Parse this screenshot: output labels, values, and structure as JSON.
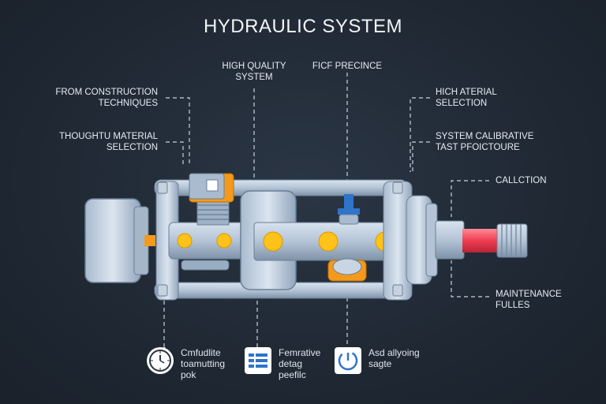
{
  "title": "HYDRAULIC SYSTEM",
  "labels": {
    "construction": "FROM CONSTRUCTION\nTECHNIQUES",
    "thoughtu": "THOUGHTU MATERIAL\nSELECTION",
    "high_quality": "HIGH QUALITY\nSYSTEM",
    "precince": "FICF PRECINCE",
    "material_selection": "HICH ATERIAL\nSELECTION",
    "calibrative": "SYSTEM CALIBRATIVE\nTAST PFOICTOURE",
    "callction": "CALLCTION",
    "maintenance": "MAINTENANCE\nFULLES"
  },
  "legend": [
    {
      "icon": "clock-icon",
      "text": "Cmfudlite\ntoamutting\npok"
    },
    {
      "icon": "list-icon",
      "text": "Femrative\ndetag\npeefilc"
    },
    {
      "icon": "power-gauge-icon",
      "text": "Asd allyoing\nsagte"
    }
  ],
  "colors": {
    "background": "#1f2833",
    "metal": "#b9c8d8",
    "metal_dark": "#8fa3b8",
    "accent_orange": "#f39a1c",
    "accent_yellow": "#ffc21a",
    "accent_red": "#ee3d52",
    "accent_blue": "#2e74c9"
  }
}
